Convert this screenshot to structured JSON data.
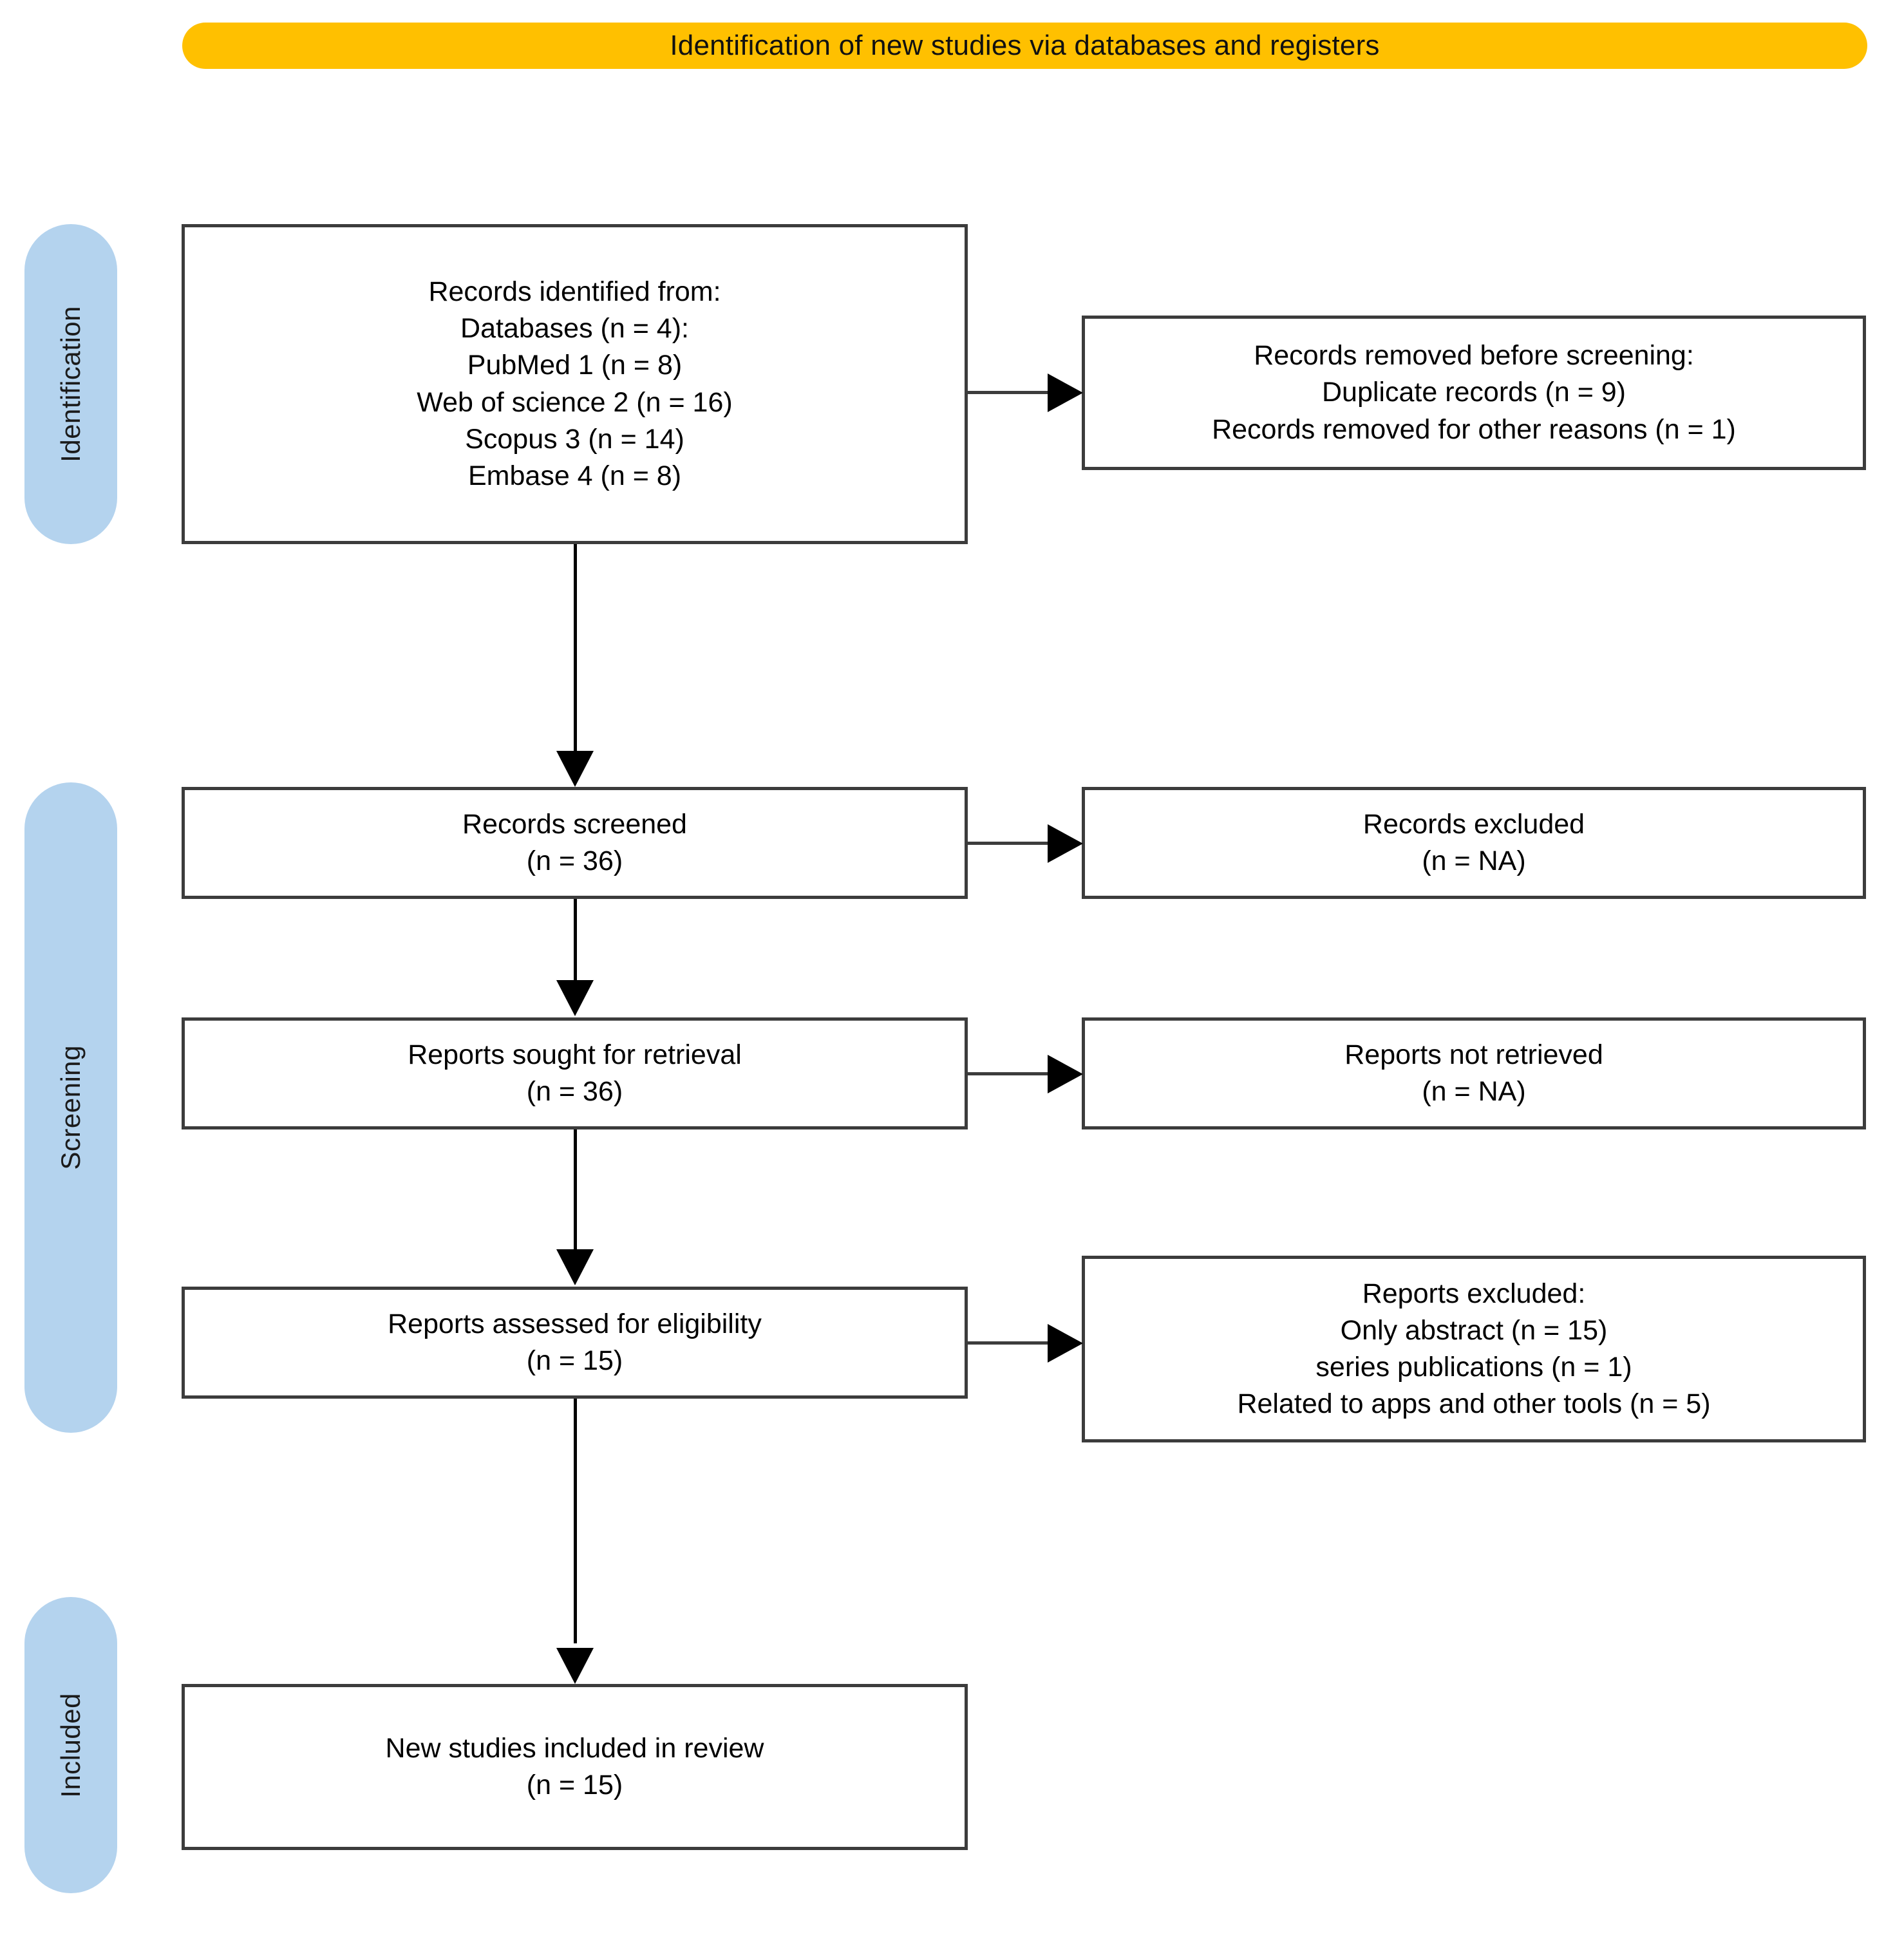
{
  "banner": {
    "title": "Identification of new studies via databases and registers"
  },
  "colors": {
    "banner": "#FFC000",
    "stage_pill": "#B4D3EE",
    "box_border": "#3C3C3C",
    "background": "#FFFFFF"
  },
  "stages": [
    {
      "id": "identification",
      "label": "Identification"
    },
    {
      "id": "screening",
      "label": "Screening"
    },
    {
      "id": "included",
      "label": "Included"
    }
  ],
  "boxes": {
    "identified": {
      "lines": [
        "Records identified from:",
        "Databases (n = 4):",
        "PubMed 1 (n = 8)",
        "Web of science 2 (n = 16)",
        "Scopus 3 (n = 14)",
        "Embase 4 (n = 8)"
      ]
    },
    "removed": {
      "lines": [
        "Records removed before screening:",
        "Duplicate records (n = 9)",
        "Records removed for other reasons (n = 1)"
      ]
    },
    "screened": {
      "lines": [
        "Records screened",
        "(n = 36)"
      ]
    },
    "excluded": {
      "lines": [
        "Records excluded",
        "(n = NA)"
      ]
    },
    "sought": {
      "lines": [
        "Reports sought for retrieval",
        "(n = 36)"
      ]
    },
    "not_retrieved": {
      "lines": [
        "Reports not retrieved",
        "(n = NA)"
      ]
    },
    "assessed": {
      "lines": [
        "Reports assessed for eligibility",
        "(n = 15)"
      ]
    },
    "reports_excluded": {
      "lines": [
        "Reports excluded:",
        "Only abstract (n = 15)",
        "series publications (n = 1)",
        "Related to apps and other tools (n = 5)"
      ]
    },
    "included": {
      "lines": [
        "New studies included in review",
        "(n = 15)"
      ]
    }
  },
  "chart_data": {
    "type": "diagram",
    "title": "Identification of new studies via databases and registers",
    "nodes": [
      {
        "id": "identified",
        "stage": "Identification",
        "column": "left",
        "n": 4,
        "detail": {
          "PubMed 1": 8,
          "Web of science 2": 16,
          "Scopus 3": 14,
          "Embase 4": 8
        }
      },
      {
        "id": "removed",
        "stage": "Identification",
        "column": "right",
        "detail": {
          "Duplicate records": 9,
          "Records removed for other reasons": 1
        }
      },
      {
        "id": "screened",
        "stage": "Screening",
        "column": "left",
        "n": 36
      },
      {
        "id": "excluded",
        "stage": "Screening",
        "column": "right",
        "n": "NA"
      },
      {
        "id": "sought",
        "stage": "Screening",
        "column": "left",
        "n": 36
      },
      {
        "id": "not_retrieved",
        "stage": "Screening",
        "column": "right",
        "n": "NA"
      },
      {
        "id": "assessed",
        "stage": "Screening",
        "column": "left",
        "n": 15
      },
      {
        "id": "reports_excluded",
        "stage": "Screening",
        "column": "right",
        "detail": {
          "Only abstract": 15,
          "series publications": 1,
          "Related to apps and other tools": 5
        }
      },
      {
        "id": "included",
        "stage": "Included",
        "column": "left",
        "n": 15
      }
    ],
    "edges": [
      {
        "from": "identified",
        "to": "removed",
        "direction": "horizontal"
      },
      {
        "from": "identified",
        "to": "screened",
        "direction": "vertical"
      },
      {
        "from": "screened",
        "to": "excluded",
        "direction": "horizontal"
      },
      {
        "from": "screened",
        "to": "sought",
        "direction": "vertical"
      },
      {
        "from": "sought",
        "to": "not_retrieved",
        "direction": "horizontal"
      },
      {
        "from": "sought",
        "to": "assessed",
        "direction": "vertical"
      },
      {
        "from": "assessed",
        "to": "reports_excluded",
        "direction": "horizontal"
      },
      {
        "from": "assessed",
        "to": "included",
        "direction": "vertical"
      }
    ]
  }
}
